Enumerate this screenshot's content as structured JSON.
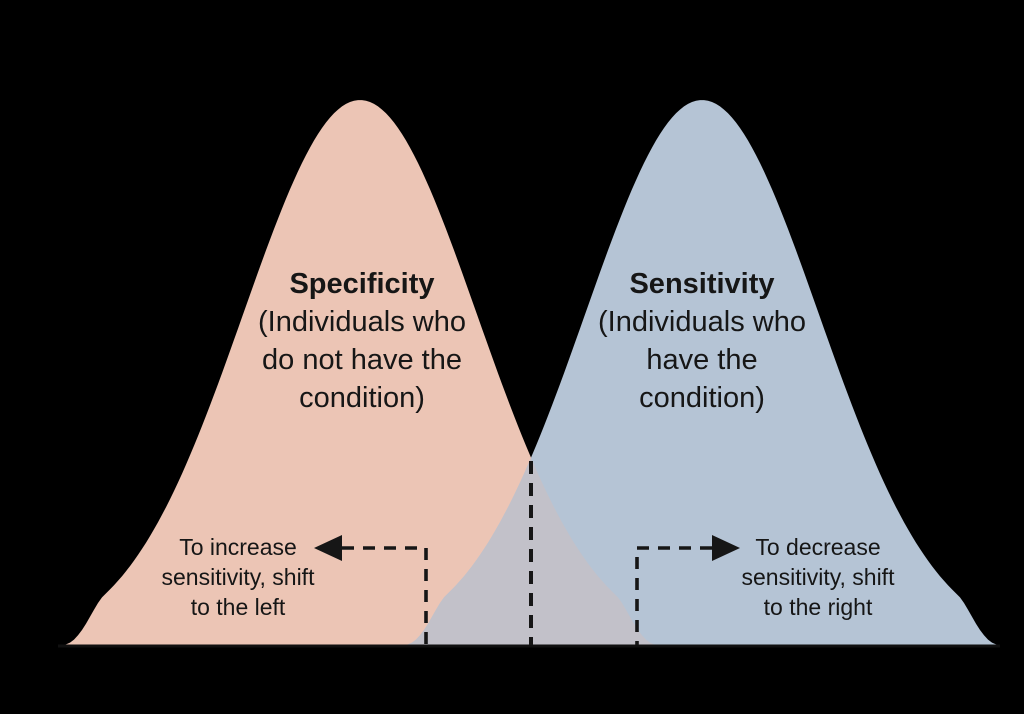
{
  "specificity": {
    "title": "Specificity",
    "lines": [
      "(Individuals who",
      "do not have the",
      "condition)"
    ]
  },
  "sensitivity": {
    "title": "Sensitivity",
    "lines": [
      "(Individuals who",
      "have the",
      "condition)"
    ]
  },
  "increase_note": {
    "lines": [
      "To increase",
      "sensitivity, shift",
      "to the left"
    ]
  },
  "decrease_note": {
    "lines": [
      "To decrease",
      "sensitivity, shift",
      "to the right"
    ]
  },
  "colors": {
    "background": "#000000",
    "specificity_fill": "#ECC5B5",
    "sensitivity_fill": "#B5C4D5",
    "overlap_fill": "#C2C1C9",
    "axis": "#101010",
    "ink": "#161616"
  }
}
